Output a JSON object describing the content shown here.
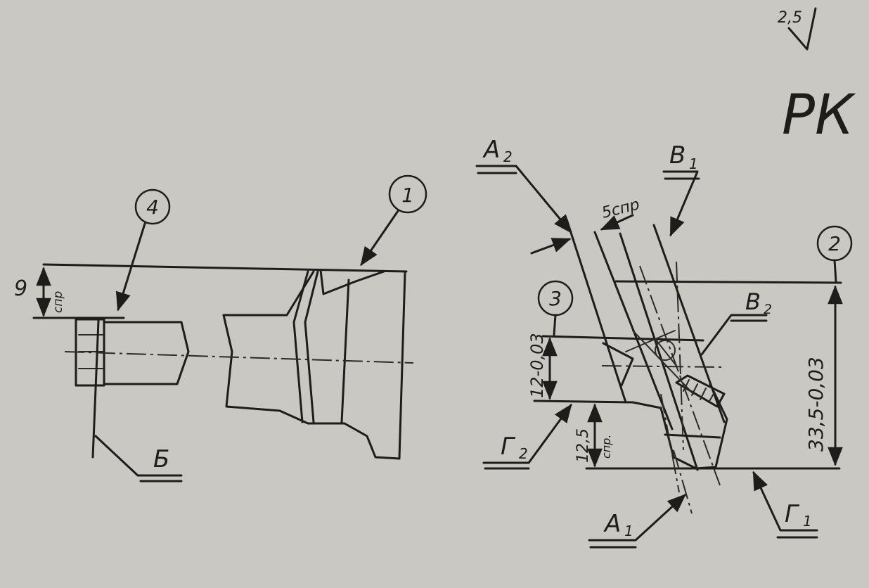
{
  "roughness": {
    "value": "2,5"
  },
  "stamp": {
    "text": "РК"
  },
  "callouts": [
    "4",
    "1",
    "2",
    "3"
  ],
  "bases": {
    "A2": {
      "letter": "А",
      "sub": "2"
    },
    "B1": {
      "letter": "В",
      "sub": "1"
    },
    "B2": {
      "letter": "В",
      "sub": "2"
    },
    "G2": {
      "letter": "Г",
      "sub": "2"
    },
    "A1": {
      "letter": "А",
      "sub": "1"
    },
    "G1": {
      "letter": "Г",
      "sub": "1"
    },
    "B": {
      "letter": "Б"
    }
  },
  "dimensions": {
    "left_height": {
      "value": "9",
      "note": "спр"
    },
    "angle_width": {
      "value": "5спр"
    },
    "left_small": {
      "value": "12-0,03"
    },
    "mid_small": {
      "value": "12,5",
      "note": "спр."
    },
    "right_tall": {
      "value": "33,5-0,03"
    }
  }
}
